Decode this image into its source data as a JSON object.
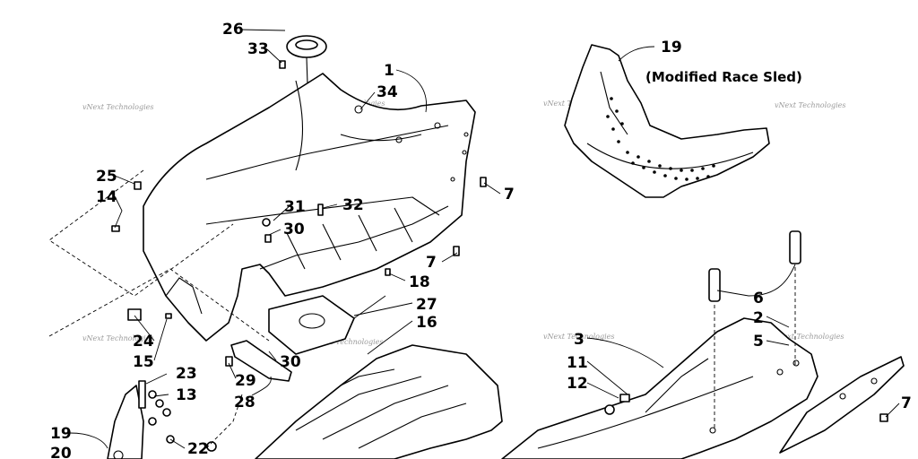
{
  "diagram": {
    "caption_race_sled": "(Modified Race Sled)",
    "watermark": "vNext Technologies",
    "callouts": {
      "c26": "26",
      "c33": "33",
      "c1": "1",
      "c34": "34",
      "c19a": "19",
      "c25": "25",
      "c14": "14",
      "c31": "31",
      "c32": "32",
      "c30a": "30",
      "c7a": "7",
      "c7b": "7",
      "c18": "18",
      "c27": "27",
      "c16": "16",
      "c24": "24",
      "c15": "15",
      "c30b": "30",
      "c29": "29",
      "c28": "28",
      "c23": "23",
      "c13": "13",
      "c22": "22",
      "c19b": "19",
      "c20": "20",
      "c6": "6",
      "c2": "2",
      "c3": "3",
      "c5": "5",
      "c11": "11",
      "c12": "12",
      "c7c": "7"
    }
  }
}
